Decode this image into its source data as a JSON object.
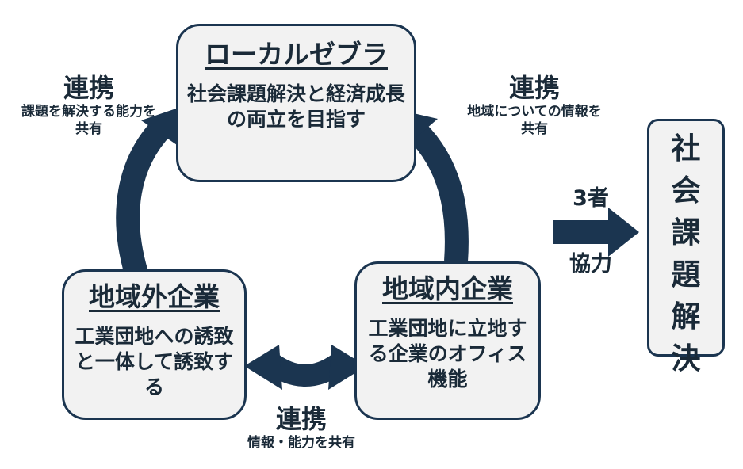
{
  "boxes": {
    "zebra": {
      "title": "ローカルゼブラ",
      "body": "社会課題解決と経済成長の両立を目指す"
    },
    "outside": {
      "title": "地域外企業",
      "body": "工業団地への誘致と一体して誘致する"
    },
    "inside": {
      "title": "地域内企業",
      "body": "工業団地に立地する企業のオフィス機能"
    },
    "solution": {
      "text": "社会課題解決"
    }
  },
  "links": {
    "left": {
      "head": "連携",
      "sub": "課題を解決する能力を共有"
    },
    "right": {
      "head": "連携",
      "sub": "地域についての情報を共有"
    },
    "bottom": {
      "head": "連携",
      "sub": "情報・能力を共有"
    }
  },
  "arrow_labels": {
    "top": "3者",
    "bottom": "協力"
  },
  "colors": {
    "arrow": "#1b3550",
    "box_fill": "#f2f2f2",
    "text": "#1a2a38"
  }
}
